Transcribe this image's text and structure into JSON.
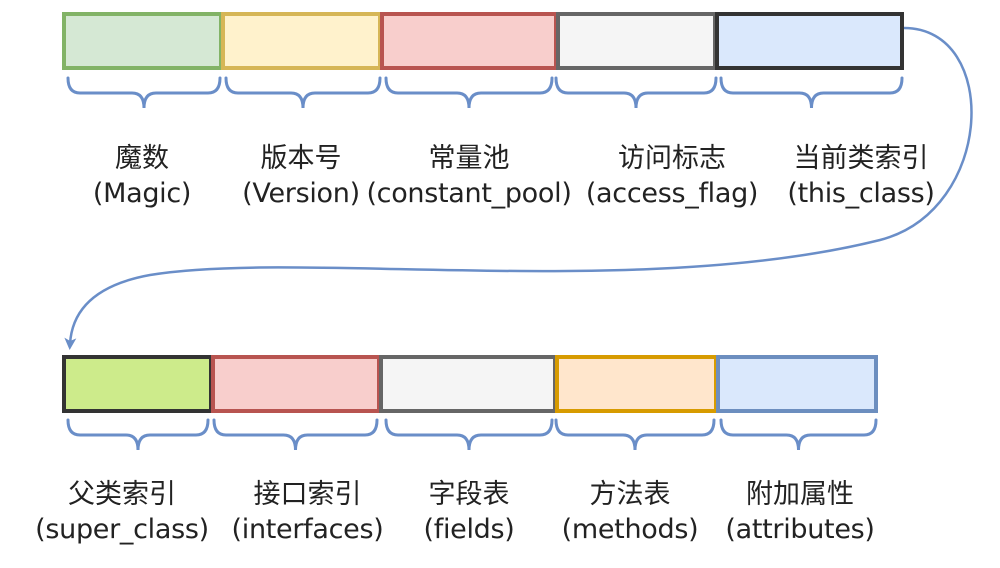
{
  "colors": {
    "brace": "#6a8ec8",
    "arrow": "#6a8ec8"
  },
  "row1": [
    {
      "zh": "魔数",
      "en": "(Magic)",
      "fill": "#d5e8d4",
      "stroke": "#82b366"
    },
    {
      "zh": "版本号",
      "en": "(Version)",
      "fill": "#fff2cc",
      "stroke": "#d6b656"
    },
    {
      "zh": "常量池",
      "en": "(constant_pool)",
      "fill": "#f8cecc",
      "stroke": "#b85450"
    },
    {
      "zh": "访问标志",
      "en": "(access_flag)",
      "fill": "#f5f5f5",
      "stroke": "#666666"
    },
    {
      "zh": "当前类索引",
      "en": "(this_class)",
      "fill": "#dae8fc",
      "stroke": "#333333"
    }
  ],
  "row2": [
    {
      "zh": "父类索引",
      "en": "(super_class)",
      "fill": "#cdeb8b",
      "stroke": "#333333"
    },
    {
      "zh": "接口索引",
      "en": "(interfaces)",
      "fill": "#f8cecc",
      "stroke": "#b85450"
    },
    {
      "zh": "字段表",
      "en": "(fields)",
      "fill": "#f5f5f5",
      "stroke": "#666666"
    },
    {
      "zh": "方法表",
      "en": "(methods)",
      "fill": "#ffe6cc",
      "stroke": "#d79b00"
    },
    {
      "zh": "附加属性",
      "en": "(attributes)",
      "fill": "#dae8fc",
      "stroke": "#6c8ebf"
    }
  ]
}
